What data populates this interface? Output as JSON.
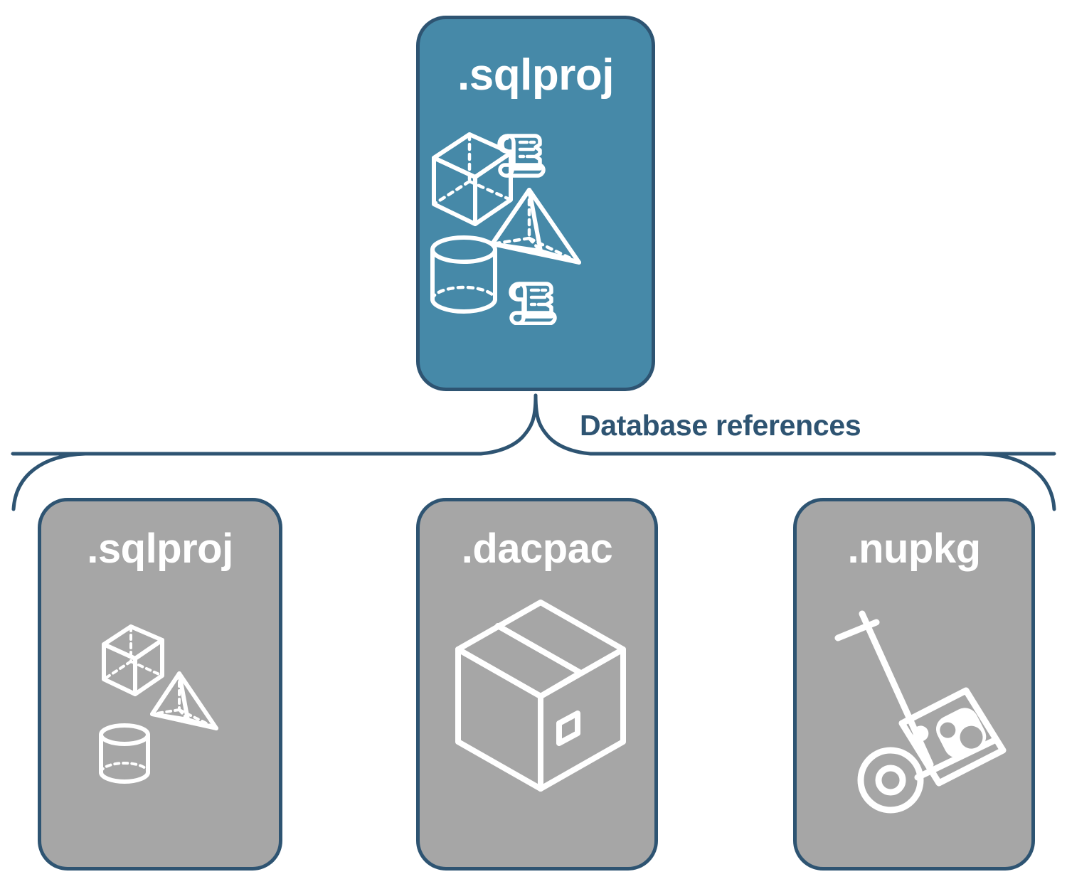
{
  "diagram": {
    "title_text_color": "#ffffff",
    "accent_color": "#4689A8",
    "muted_color": "#A6A6A6",
    "outline_color": "#2E5472"
  },
  "root_card": {
    "label": ".sqlproj",
    "fill": "#4689A8",
    "icons": [
      "cube-icon",
      "scroll-icon",
      "pyramid-icon",
      "cylinder-icon",
      "scroll-icon"
    ]
  },
  "connector": {
    "label": "Database references",
    "color": "#2E5472",
    "style": "curly-brace"
  },
  "reference_cards": [
    {
      "label": ".sqlproj",
      "fill": "#A6A6A6",
      "icons": [
        "cube-icon",
        "pyramid-icon",
        "cylinder-icon"
      ]
    },
    {
      "label": ".dacpac",
      "fill": "#A6A6A6",
      "icons": [
        "package-box-icon"
      ]
    },
    {
      "label": ".nupkg",
      "fill": "#A6A6A6",
      "icons": [
        "hand-truck-nuget-icon"
      ]
    }
  ]
}
